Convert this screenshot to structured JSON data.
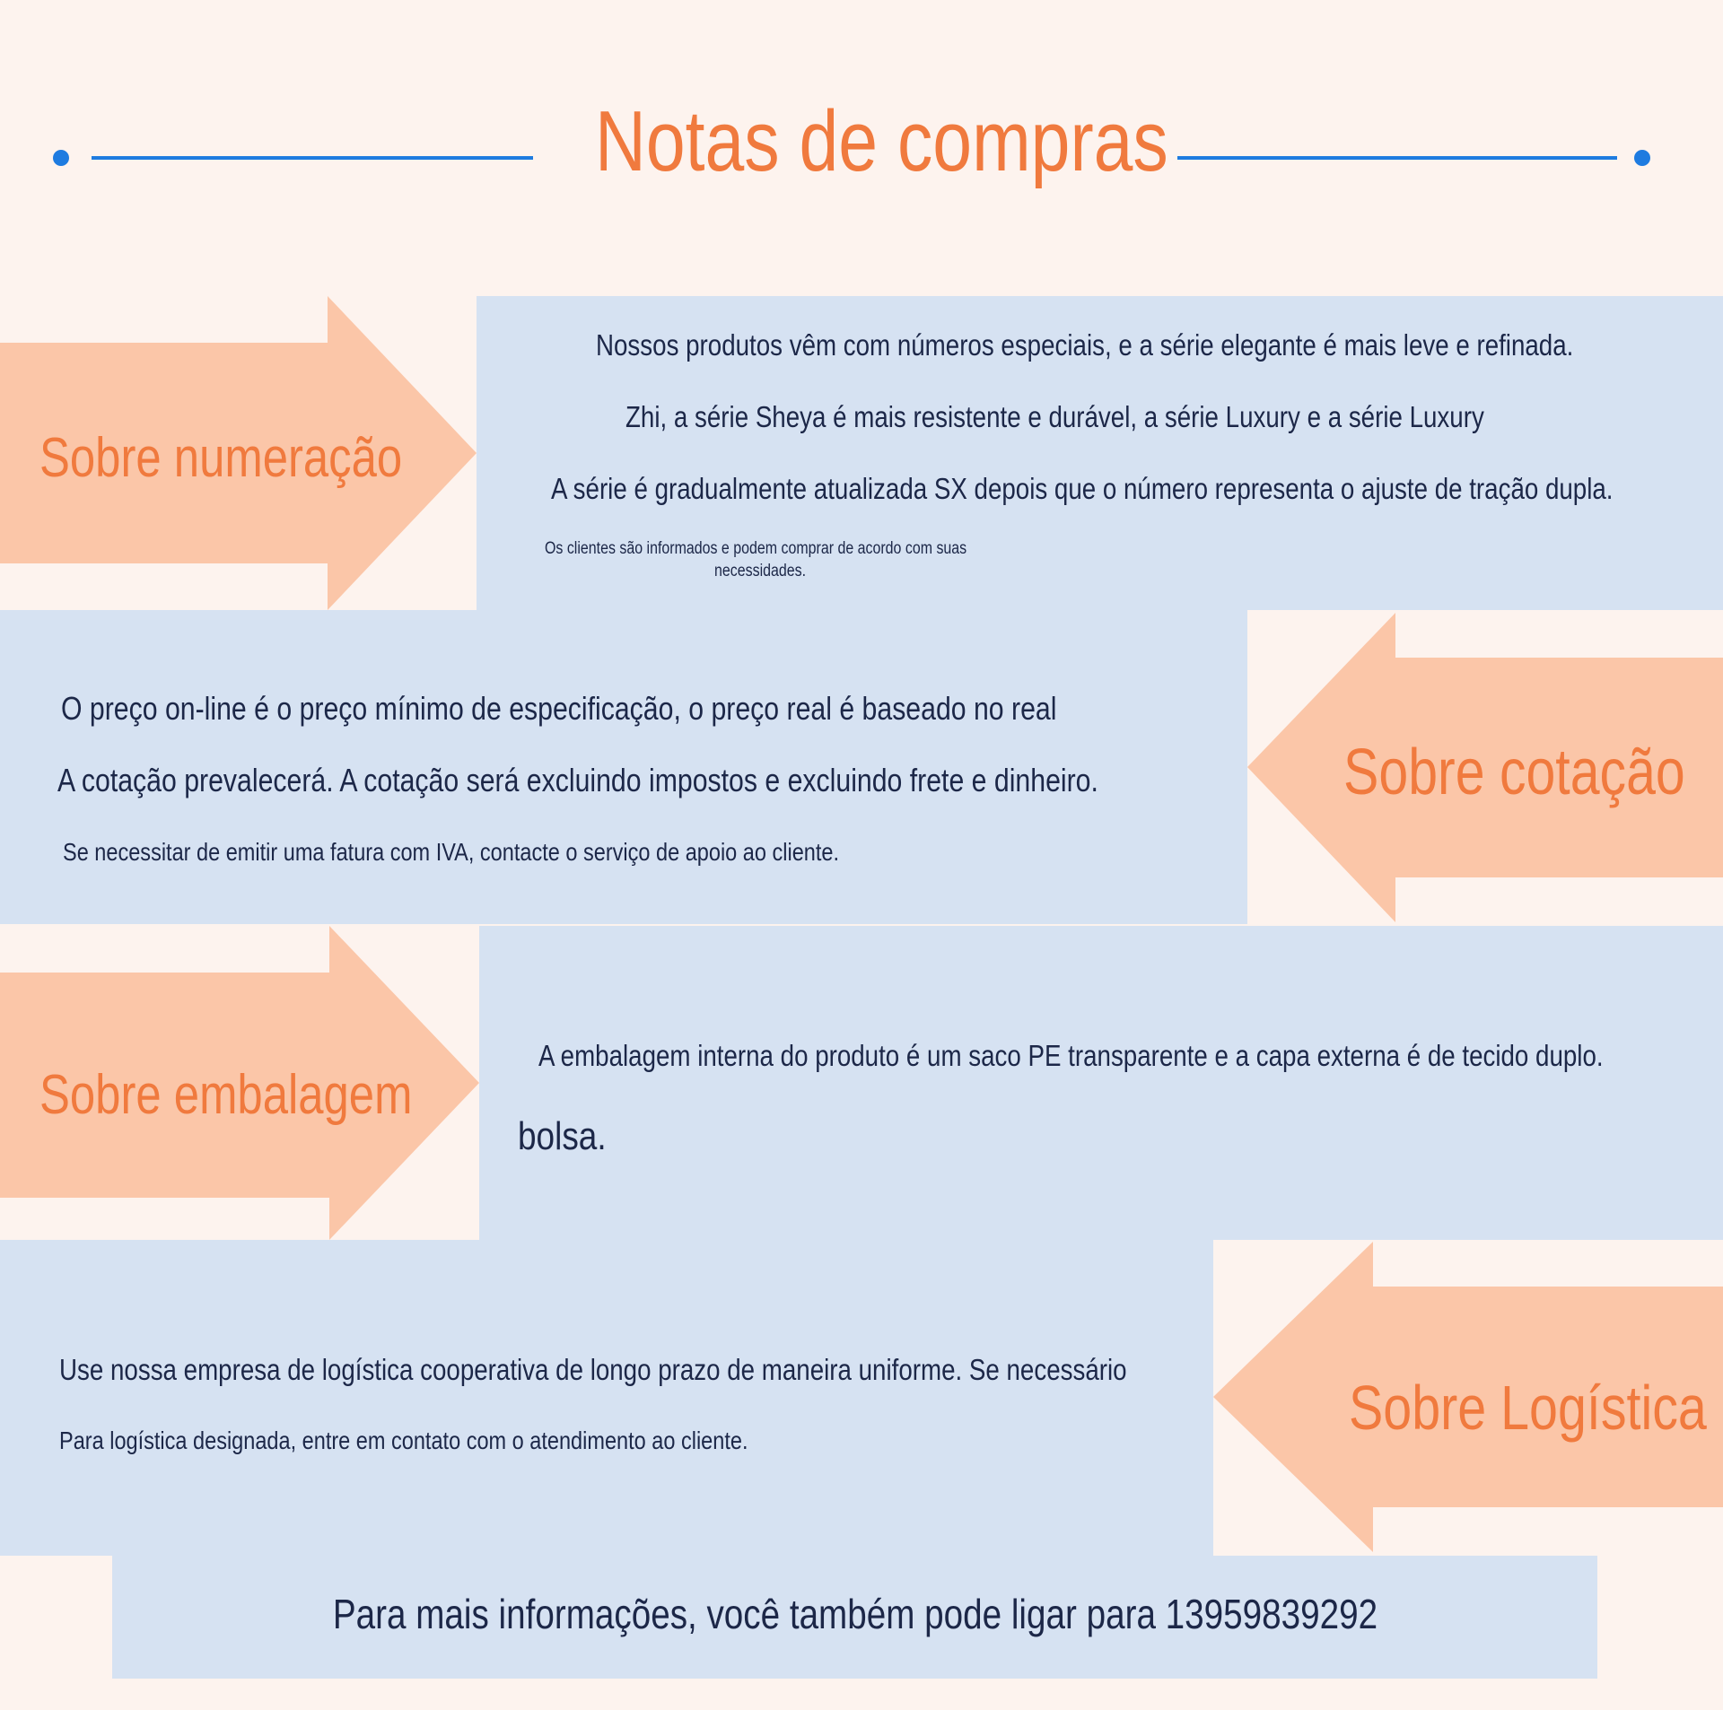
{
  "header": {
    "title": "Notas de compras",
    "accent_color": "#1e7be0",
    "title_color": "#f07a3e"
  },
  "sections": [
    {
      "label": "Sobre numeração",
      "arrow_direction": "right",
      "lines": [
        "Nossos produtos vêm com números especiais, e a série elegante é mais leve e refinada.",
        "Zhi, a série Sheya é mais resistente e durável, a série Luxury e a série Luxury",
        "A série é gradualmente atualizada SX depois que o número representa o ajuste de tração dupla.",
        "Os clientes são informados e podem comprar de acordo com suas",
        "necessidades."
      ]
    },
    {
      "label": "Sobre cotação",
      "arrow_direction": "left",
      "lines": [
        "O preço on-line é o preço mínimo de especificação, o preço real é baseado no real",
        "A cotação prevalecerá. A cotação será excluindo impostos e excluindo frete e dinheiro.",
        "Se necessitar de emitir uma fatura com IVA, contacte o serviço de apoio ao cliente."
      ]
    },
    {
      "label": "Sobre embalagem",
      "arrow_direction": "right",
      "lines": [
        "A embalagem interna do produto é um saco PE transparente e a capa externa é de tecido duplo.",
        "bolsa."
      ]
    },
    {
      "label": "Sobre Logística",
      "arrow_direction": "left",
      "lines": [
        "Use nossa empresa de logística cooperativa de longo prazo de maneira uniforme. Se necessário",
        "Para logística designada, entre em contato com o atendimento ao cliente."
      ]
    }
  ],
  "footer": {
    "text": "Para mais informações, você também pode ligar para 13959839292"
  },
  "colors": {
    "background": "#fdf3ee",
    "panel": "#d6e2f2",
    "arrow": "#fbc6a8",
    "label": "#f07a3e",
    "text": "#1c2748"
  }
}
